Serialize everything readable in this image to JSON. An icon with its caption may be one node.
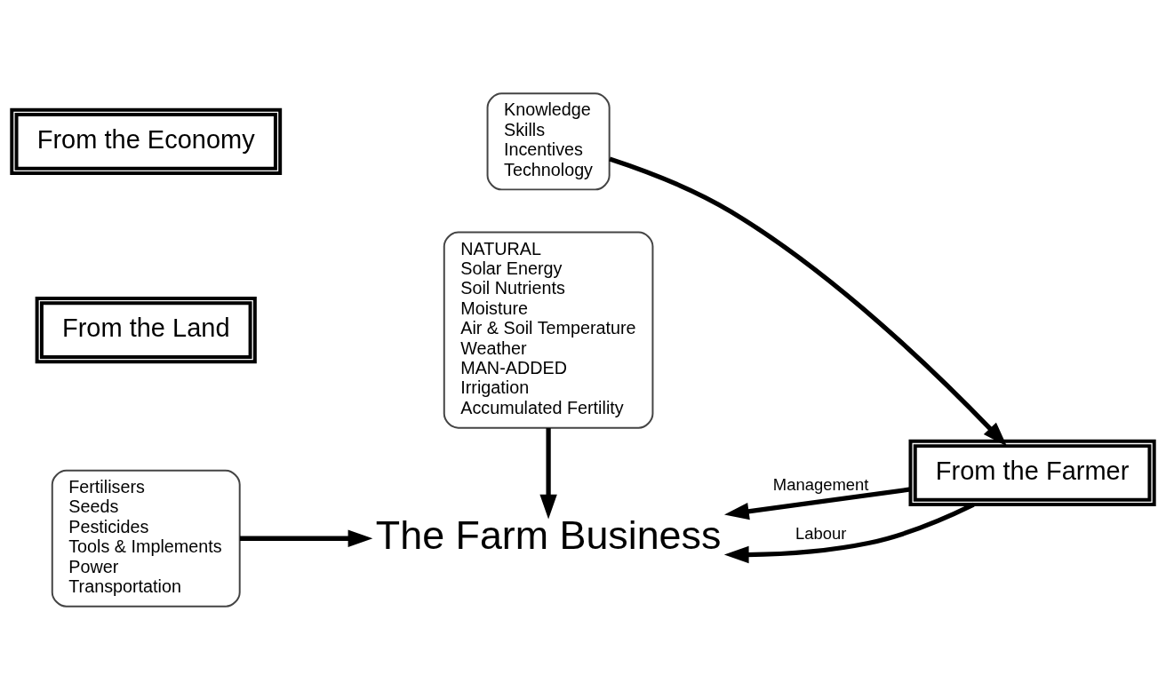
{
  "diagram": {
    "nodes": [
      {
        "text": [
          "From the Economy"
        ]
      },
      {
        "text": [
          "Knowledge",
          "Skills",
          "Incentives",
          "Technology"
        ]
      },
      {
        "text": [
          "From the Farmer"
        ]
      },
      {
        "text": [
          "From the Land"
        ]
      },
      {
        "text": [
          "Fertilisers",
          "Seeds",
          "Pesticides",
          "Tools & Implements",
          "Power",
          "Transportation"
        ]
      },
      {
        "text": [
          "The Farm Business"
        ]
      },
      {
        "text": [
          "NATURAL",
          "Solar Energy",
          "Soil Nutrients",
          "Moisture",
          "Air & Soil Temperature",
          "Weather",
          "MAN-ADDED",
          "Irrigation",
          "Accumulated Fertility"
        ]
      }
    ],
    "edges": [
      {
        "from": 1,
        "to": 2,
        "arrow": "to"
      },
      {
        "from": 2,
        "to": 5,
        "arrow": "to",
        "label": "Labour"
      },
      {
        "from": 2,
        "to": 5,
        "arrow": "to",
        "label": "Management"
      },
      {
        "from": 4,
        "to": 5,
        "arrow": "to"
      },
      {
        "from": 6,
        "to": 5,
        "arrow": "to"
      }
    ]
  }
}
